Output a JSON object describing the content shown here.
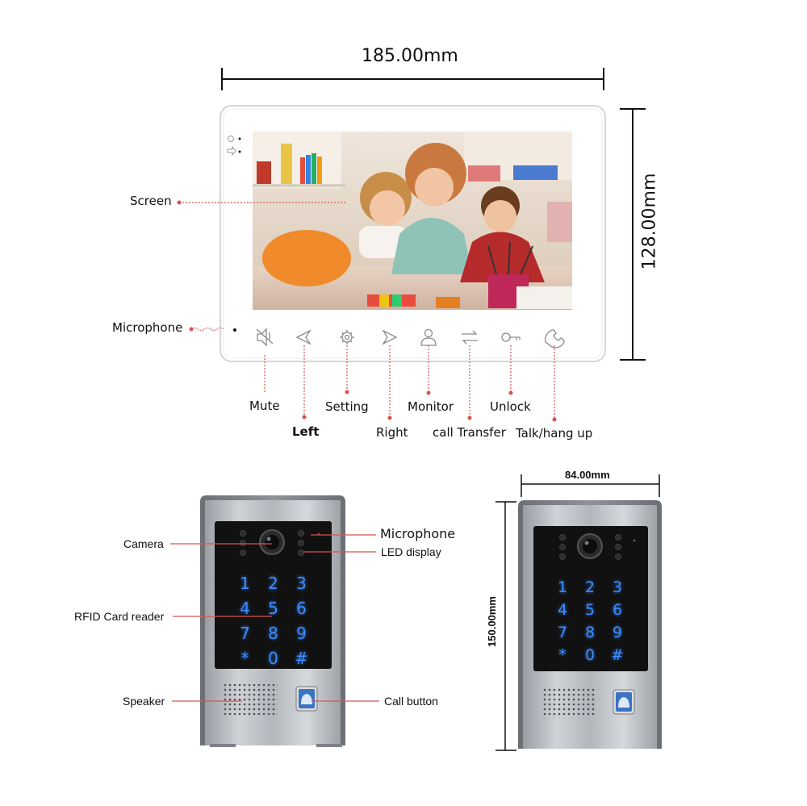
{
  "monitor": {
    "width_label": "185.00mm",
    "height_label": "128.00mm",
    "screen_label": "Screen",
    "microphone_label": "Microphone",
    "buttons": [
      {
        "label": "Mute",
        "icon": "mute-icon"
      },
      {
        "label": "Left",
        "icon": "left-arrow-icon"
      },
      {
        "label": "Setting",
        "icon": "gear-icon"
      },
      {
        "label": "Right",
        "icon": "right-arrow-icon"
      },
      {
        "label": "Monitor",
        "icon": "monitor-person-icon"
      },
      {
        "label": "call Transfer",
        "icon": "transfer-icon"
      },
      {
        "label": "Unlock",
        "icon": "key-icon"
      },
      {
        "label": "Talk/hang up",
        "icon": "phone-icon"
      }
    ]
  },
  "outdoor_unit": {
    "labels": {
      "camera": "Camera",
      "microphone": "Microphone",
      "led_display": "LED display",
      "rfid": "RFID Card reader",
      "speaker": "Speaker",
      "call_button": "Call button"
    },
    "keypad": [
      "1",
      "2",
      "3",
      "4",
      "5",
      "6",
      "7",
      "8",
      "9",
      "*",
      "0",
      "#"
    ]
  },
  "outdoor_unit_dims": {
    "width_label": "84.00mm",
    "height_label": "150.00mm"
  },
  "colors": {
    "leader": "#d9534f",
    "key_blue": "#3d8bff",
    "panel_black": "#111111",
    "bezel_white": "#ffffff"
  }
}
